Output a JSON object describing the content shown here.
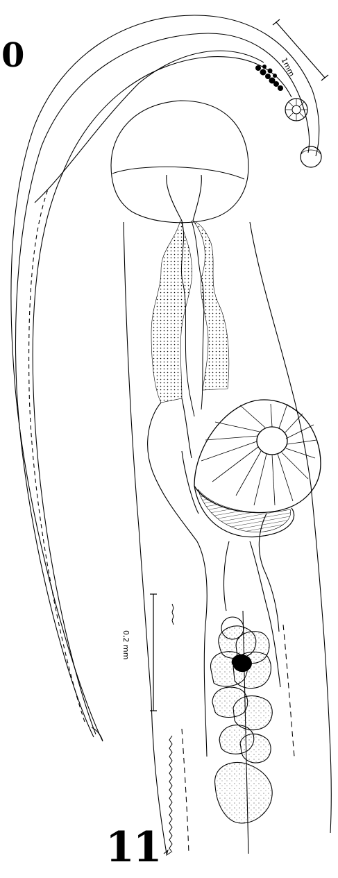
{
  "figure": {
    "top_label": "0",
    "bottom_label": "11"
  },
  "scale_bars": {
    "overview": "1mm",
    "detail": "0,2 mm"
  }
}
